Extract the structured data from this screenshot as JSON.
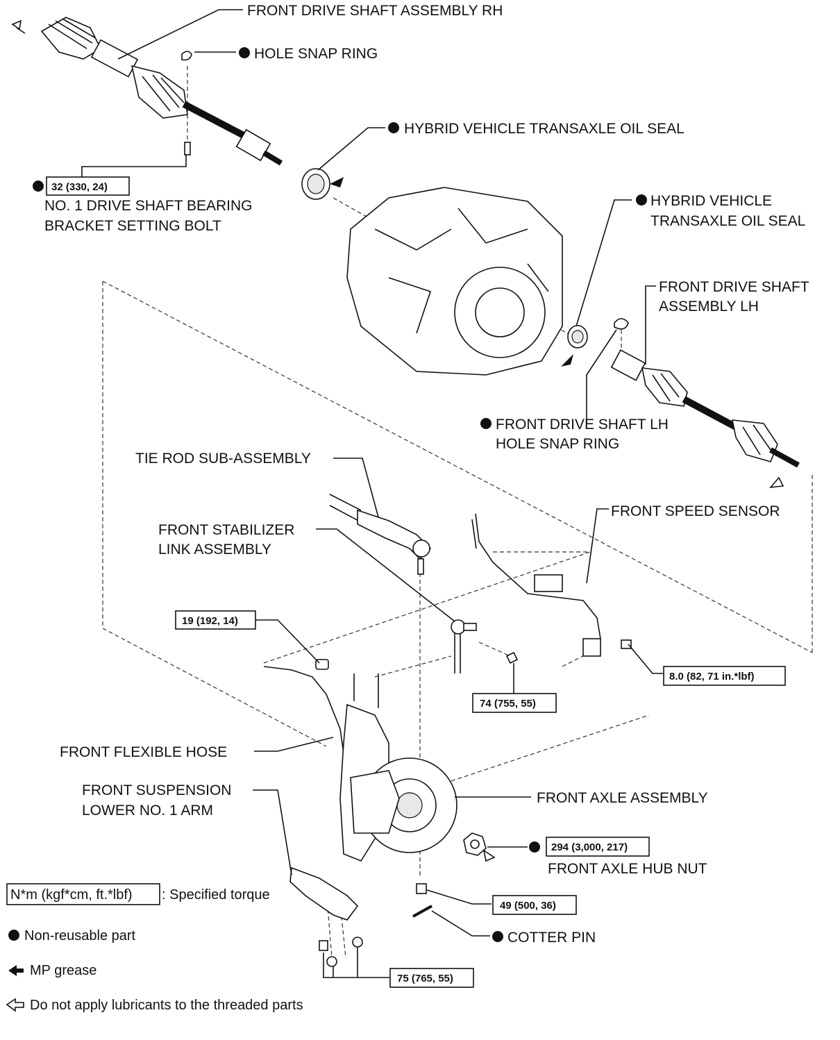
{
  "labels": {
    "front_drive_shaft_rh": "FRONT DRIVE SHAFT ASSEMBLY RH",
    "hole_snap_ring": "HOLE SNAP RING",
    "oil_seal_top": "HYBRID VEHICLE TRANSAXLE OIL SEAL",
    "bearing_bolt_line1": "NO. 1 DRIVE SHAFT BEARING",
    "bearing_bolt_line2": "BRACKET SETTING BOLT",
    "oil_seal_right_line1": "HYBRID VEHICLE",
    "oil_seal_right_line2": "TRANSAXLE OIL SEAL",
    "front_drive_shaft_lh_line1": "FRONT DRIVE SHAFT",
    "front_drive_shaft_lh_line2": "ASSEMBLY LH",
    "lh_snap_ring_line1": "FRONT DRIVE SHAFT LH",
    "lh_snap_ring_line2": "HOLE SNAP RING",
    "tie_rod": "TIE ROD SUB-ASSEMBLY",
    "front_speed_sensor": "FRONT SPEED SENSOR",
    "stabilizer_line1": "FRONT STABILIZER",
    "stabilizer_line2": "LINK ASSEMBLY",
    "flexible_hose": "FRONT FLEXIBLE HOSE",
    "axle_assembly": "FRONT AXLE ASSEMBLY",
    "lower_arm_line1": "FRONT SUSPENSION",
    "lower_arm_line2": "LOWER NO. 1 ARM",
    "hub_nut": "FRONT AXLE HUB NUT",
    "cotter_pin": "COTTER PIN"
  },
  "torques": {
    "bearing_bolt": "32 (330, 24)",
    "caliper_bracket": "19 (192, 14)",
    "speed_sensor": "8.0 (82, 71 in.*lbf)",
    "stabilizer_nut": "74 (755, 55)",
    "hub_nut": "294 (3,000, 217)",
    "tie_rod_nut": "49 (500, 36)",
    "lower_arm": "75 (765, 55)"
  },
  "legend": {
    "torque_box": "N*m (kgf*cm, ft.*lbf)",
    "torque_desc": ": Specified torque",
    "non_reusable": "Non-reusable part",
    "mp_grease": "MP grease",
    "no_lubricant": "Do not apply lubricants to the threaded parts"
  },
  "icons": {
    "non_reusable": "filled-circle-icon",
    "mp_grease": "solid-arrow-icon",
    "no_lubricant": "hollow-arrow-icon"
  }
}
